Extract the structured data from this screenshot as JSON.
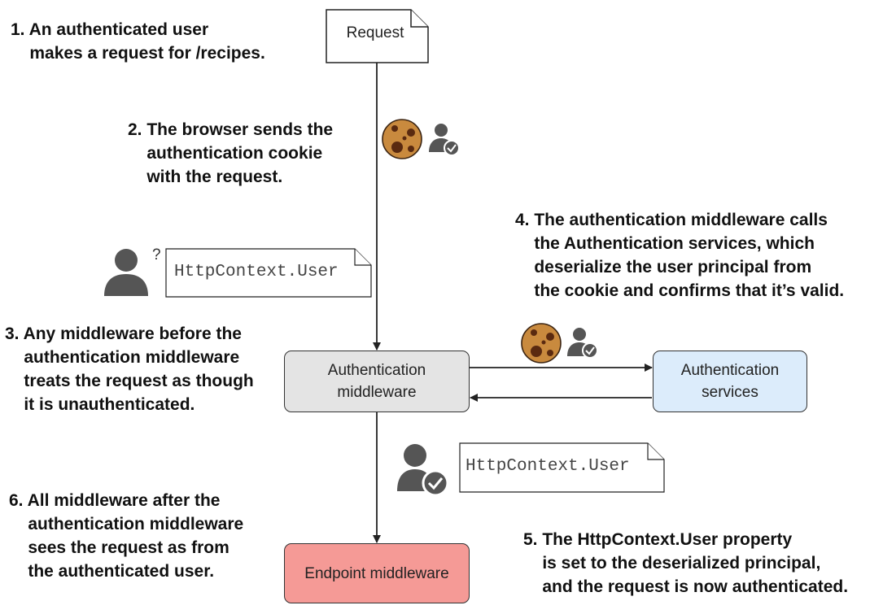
{
  "notes": {
    "step1": "1. An authenticated user\n    makes a request for /recipes.",
    "step2": "2. The browser sends the\n    authentication cookie\n    with the request.",
    "step3": "3. Any middleware before the\n    authentication middleware\n    treats the request as though\n    it is unauthenticated.",
    "step4": "4. The authentication middleware calls\n    the Authentication services, which\n    deserialize the user principal from\n    the cookie and confirms that it’s valid.",
    "step5": "5. The HttpContext.User property\n    is set to the deserialized principal,\n    and the request is now authenticated.",
    "step6": "6. All middleware after the\n    authentication middleware\n    sees the request as from\n    the authenticated user."
  },
  "boxes": {
    "request": "Request",
    "auth_middleware": "Authentication\nmiddleware",
    "auth_services": "Authentication\nservices",
    "endpoint_middleware": "Endpoint middleware"
  },
  "labels": {
    "httpcontext_unauth": "HttpContext.User",
    "httpcontext_auth": "HttpContext.User",
    "question_mark": "?"
  },
  "colors": {
    "auth_middleware_fill": "#e4e4e4",
    "auth_services_fill": "#dcecfb",
    "endpoint_fill": "#f59a96",
    "cookie_fill": "#c98a3e",
    "cookie_chip": "#5a2a10",
    "user_icon": "#555555"
  },
  "icons": [
    "cookie-icon",
    "user-check-icon",
    "user-unknown-icon",
    "document-icon"
  ]
}
